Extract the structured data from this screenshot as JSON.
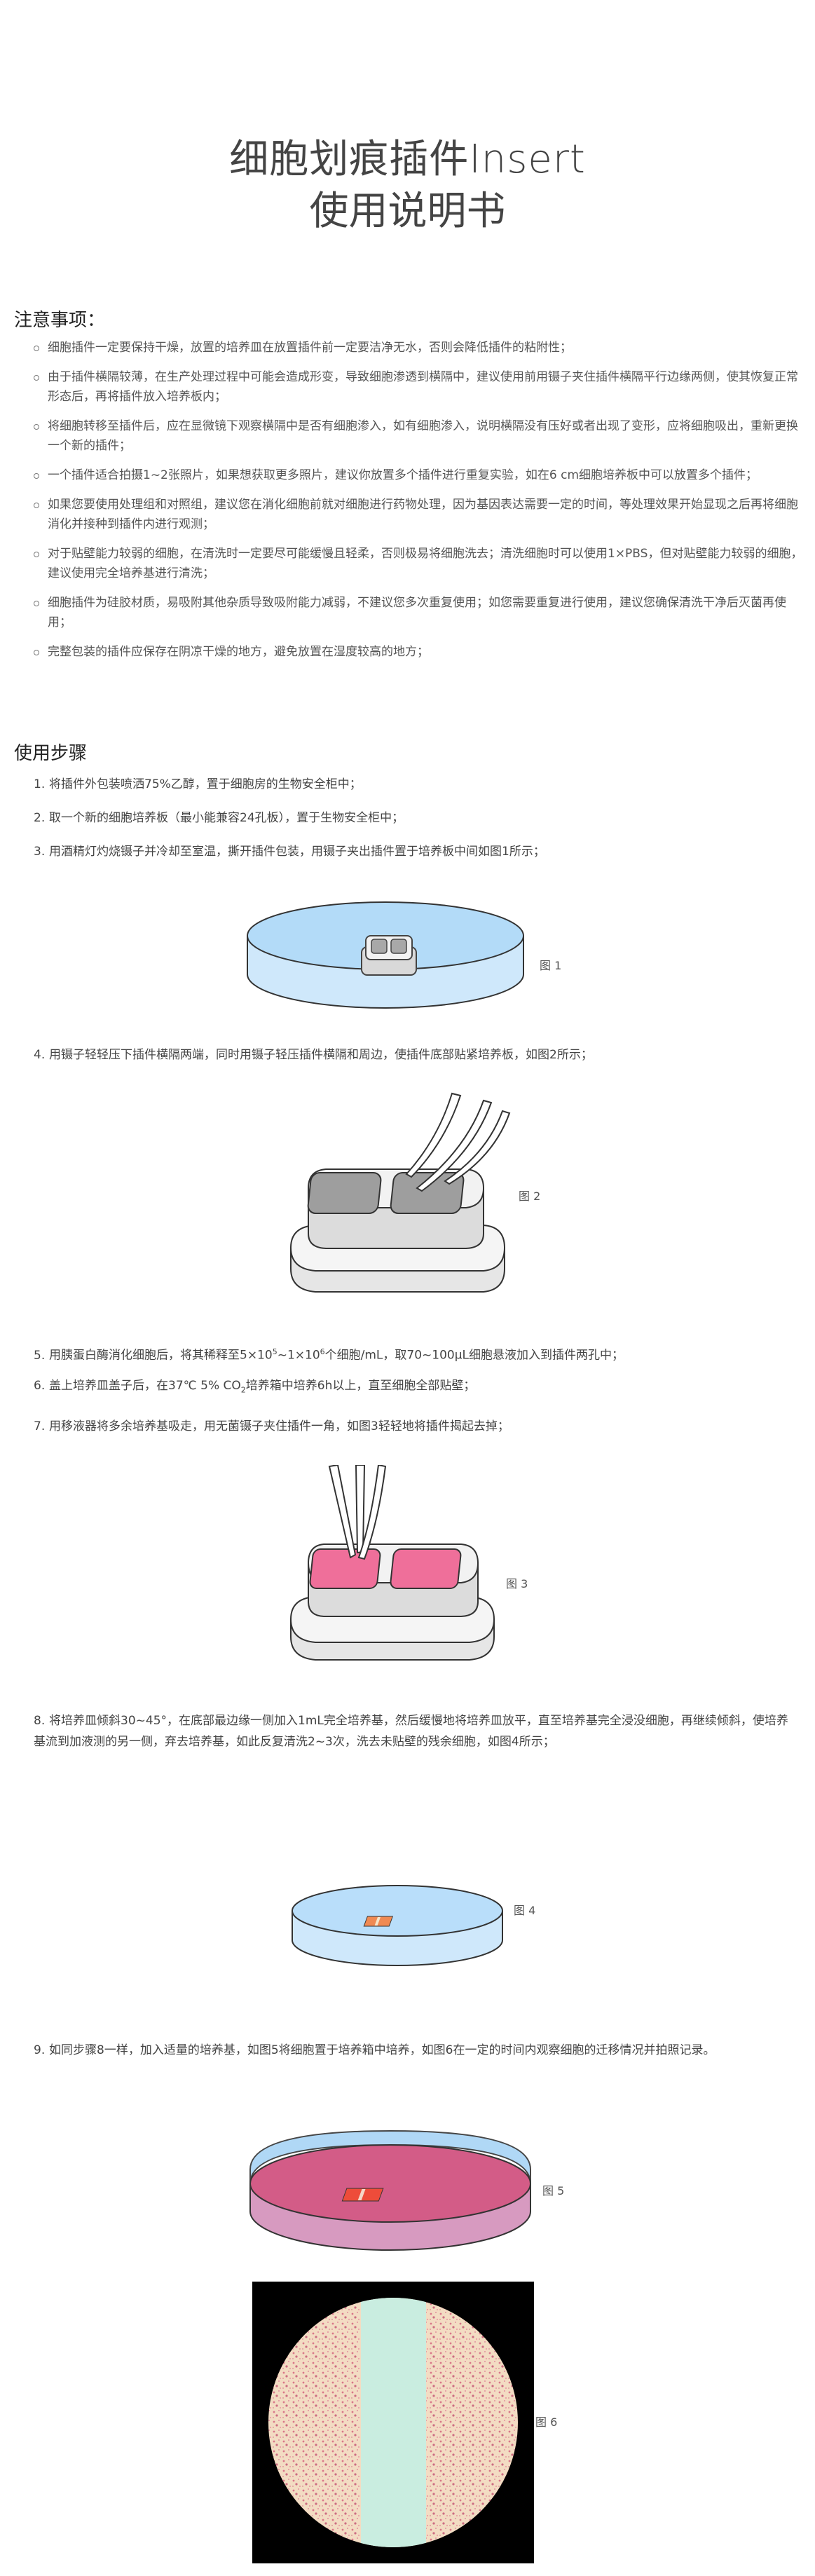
{
  "title": {
    "line1": "细胞划痕插件Insert",
    "line2": "使用说明书"
  },
  "notes": {
    "heading": "注意事项：",
    "items": [
      "细胞插件一定要保持干燥，放置的培养皿在放置插件前一定要洁净无水，否则会降低插件的粘附性；",
      "由于插件横隔较薄，在生产处理过程中可能会造成形变，导致细胞渗透到横隔中，建议使用前用镊子夹住插件横隔平行边缘两侧，使其恢复正常形态后，再将插件放入培养板内；",
      "将细胞转移至插件后，应在显微镜下观察横隔中是否有细胞渗入，如有细胞渗入，说明横隔没有压好或者出现了变形，应将细胞吸出，重新更换一个新的插件；",
      "一个插件适合拍摄1~2张照片，如果想获取更多照片，建议你放置多个插件进行重复实验，如在6 cm细胞培养板中可以放置多个插件；",
      "如果您要使用处理组和对照组，建议您在消化细胞前就对细胞进行药物处理，因为基因表达需要一定的时间，等处理效果开始显现之后再将细胞消化并接种到插件内进行观测；",
      "对于贴壁能力较弱的细胞，在清洗时一定要尽可能缓慢且轻柔，否则极易将细胞洗去；清洗细胞时可以使用1×PBS，但对贴壁能力较弱的细胞，建议使用完全培养基进行清洗；",
      "细胞插件为硅胶材质，易吸附其他杂质导致吸附能力减弱，不建议您多次重复使用；如您需要重复进行使用，建议您确保清洗干净后灭菌再使用；",
      "完整包装的插件应保存在阴凉干燥的地方，避免放置在湿度较高的地方；"
    ]
  },
  "steps": {
    "heading": "使用步骤",
    "s1": "将插件外包装喷洒75%乙醇，置于细胞房的生物安全柜中；",
    "s2": "取一个新的细胞培养板（最小能兼容24孔板），置于生物安全柜中；",
    "s3": "用酒精灯灼烧镊子并冷却至室温，撕开插件包装，用镊子夹出插件置于培养板中间如图1所示；",
    "s4": "用镊子轻轻压下插件横隔两端，同时用镊子轻压插件横隔和周边，使插件底部贴紧培养板，如图2所示；",
    "s5_a": "用胰蛋白酶消化细胞后，将其稀释至5×10",
    "s5_sup1": "5",
    "s5_b": "~1×10",
    "s5_sup2": "6",
    "s5_c": "个细胞/mL，取70~100μL细胞悬液加入到插件两孔中；",
    "s6_a": "盖上培养皿盖子后，在37℃ 5% CO",
    "s6_sub": "2",
    "s6_b": "培养箱中培养6h以上，直至细胞全部贴壁；",
    "s7": "用移液器将多余培养基吸走，用无菌镊子夹住插件一角，如图3轻轻地将插件揭起去掉；",
    "s8": "将培养皿倾斜30~45°，在底部最边缘一侧加入1mL完全培养基，然后缓慢地将培养皿放平，直至培养基完全浸没细胞，再继续倾斜，使培养基流到加液测的另一侧，弃去培养基，如此反复清洗2~3次，洗去未贴壁的残余细胞，如图4所示；",
    "s9": "如同步骤8一样，加入适量的培养基，如图5将细胞置于培养箱中培养，如图6在一定的时间内观察细胞的迁移情况并拍照记录。"
  },
  "figures": {
    "f1": "图 1",
    "f2": "图 2",
    "f3": "图 3",
    "f4": "图 4",
    "f5": "图 5",
    "f6": "图 6"
  }
}
